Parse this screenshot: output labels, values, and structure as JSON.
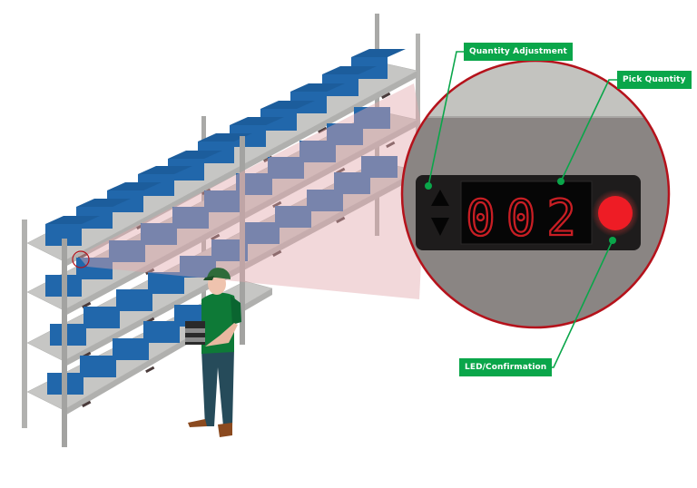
{
  "illustration": {
    "subject": "Pick-to-light shelving system",
    "colors": {
      "callout_bg": "#0aa64a",
      "callout_line": "#0aa64a",
      "magnifier_border": "#b5121b",
      "beam": "#e9b7b9",
      "bin": "#2265a8",
      "shelf": "#c6c6c4",
      "device_body": "#1e1c1c",
      "display_bg": "#060606",
      "digit_color": "#c81e24",
      "led_color": "#ee1c25"
    }
  },
  "callouts": {
    "quantity_adjustment": "Quantity Adjustment",
    "pick_quantity": "Pick Quantity",
    "led_confirmation": "LED/Confirmation"
  },
  "device": {
    "display_value": "002",
    "buttons": {
      "up": "up-arrow",
      "down": "down-arrow"
    },
    "led_state": "on"
  }
}
